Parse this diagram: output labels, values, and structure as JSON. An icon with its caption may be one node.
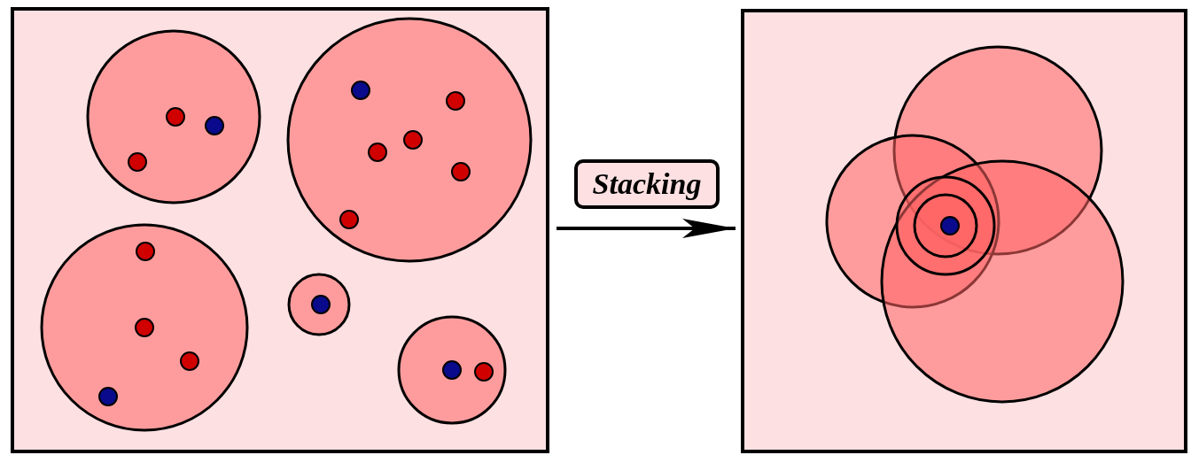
{
  "diagram": {
    "nodes": [
      {
        "text": [],
        "shape": "box"
      },
      {
        "text": [],
        "shape": "box"
      }
    ],
    "edges": [
      {
        "from": 0,
        "to": 1,
        "arrow": "to",
        "label": "Stacking"
      }
    ]
  }
}
